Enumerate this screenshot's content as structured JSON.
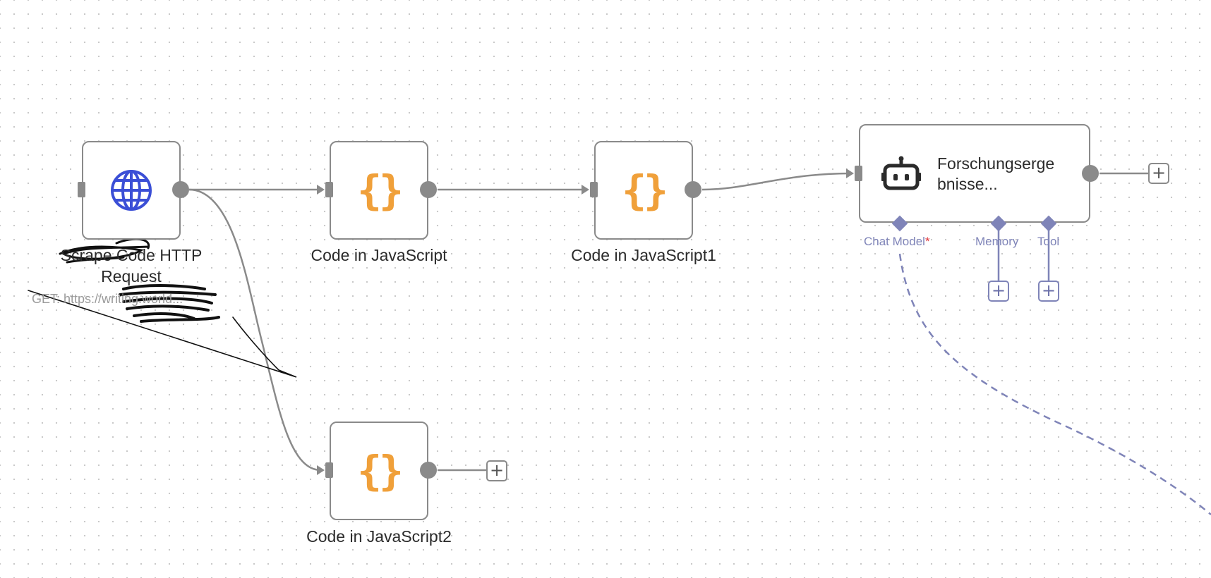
{
  "nodes": {
    "http": {
      "label_line1": "Scrape Code HTTP",
      "label_line2": "Request",
      "subtitle": "GET: https://writing.world..."
    },
    "code1": {
      "label": "Code in JavaScript",
      "icon": "{}"
    },
    "code2": {
      "label": "Code in JavaScript1",
      "icon": "{}"
    },
    "code3": {
      "label": "Code in JavaScript2",
      "icon": "{}"
    },
    "agent": {
      "title_line1": "Forschungserge",
      "title_line2": "bnisse...",
      "inputs": {
        "chat_model": "Chat Model",
        "required_mark": "*",
        "memory": "Memory",
        "tool": "Tool"
      }
    }
  },
  "add_button_label": "+",
  "icons": {
    "http": "globe-icon",
    "code": "code-braces-icon",
    "agent": "robot-icon"
  },
  "colors": {
    "node_border": "#8a8a8a",
    "globe": "#3b4fd6",
    "code_braces": "#f0a03a",
    "ai_connector": "#7f84b8",
    "required": "#e0393e"
  }
}
